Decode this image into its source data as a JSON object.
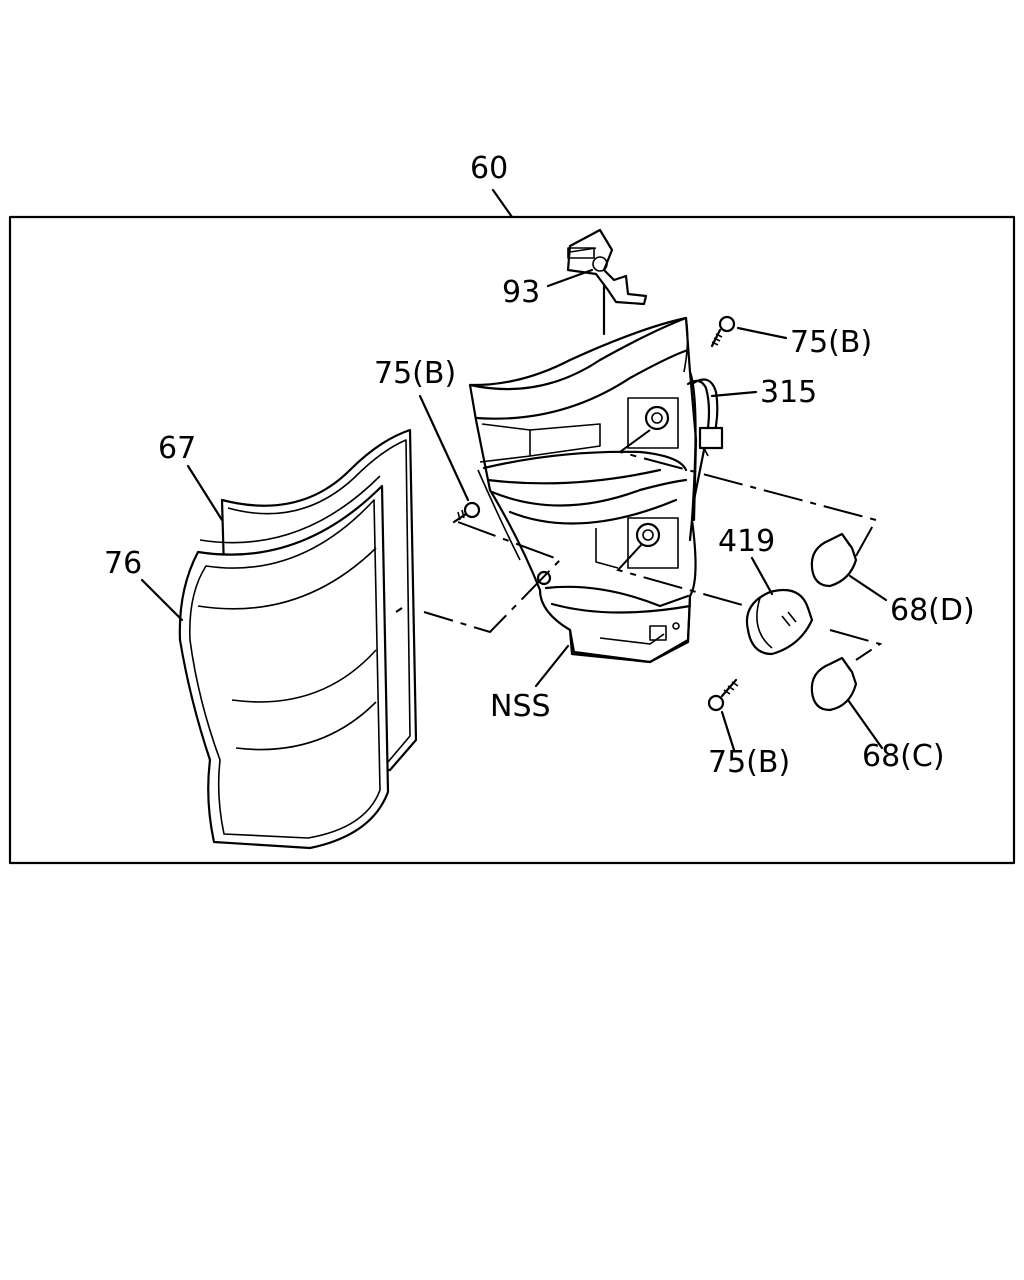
{
  "diagram": {
    "labels": {
      "assembly": "60",
      "bracket": "93",
      "screw_top_right": "75(B)",
      "screw_left": "75(B)",
      "screw_bottom": "75(B)",
      "harness": "315",
      "gasket": "67",
      "lens": "76",
      "bulb_419": "419",
      "bulb_d": "68(D)",
      "bulb_c": "68(C)",
      "housing": "NSS"
    },
    "colors": {
      "line": "#000000",
      "background": "#ffffff"
    }
  }
}
